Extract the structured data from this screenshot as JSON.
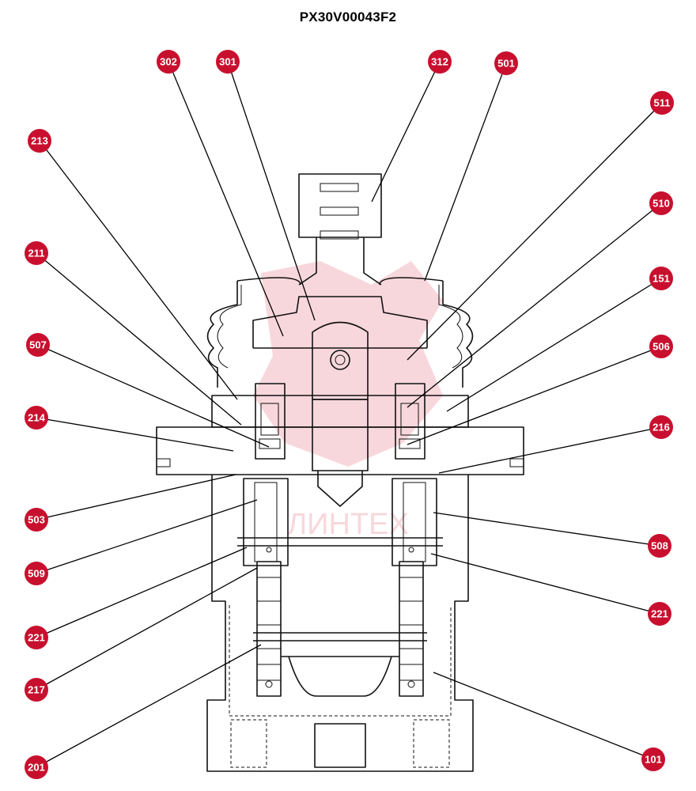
{
  "title": "PX30V00043F2",
  "watermark": "ЛИНТЕХ",
  "colors": {
    "badge": "#c8102e",
    "badge_text": "#ffffff",
    "line": "#111111",
    "watermark": "#f3b7bf"
  },
  "labels": {
    "p302": "302",
    "p301": "301",
    "p312": "312",
    "p501": "501",
    "p511": "511",
    "p213": "213",
    "p510": "510",
    "p211": "211",
    "p151": "151",
    "p507": "507",
    "p506": "506",
    "p214": "214",
    "p216": "216",
    "p503": "503",
    "p508": "508",
    "p509": "509",
    "p221a": "221",
    "p221b": "221",
    "p217": "217",
    "p201": "201",
    "p101": "101"
  }
}
